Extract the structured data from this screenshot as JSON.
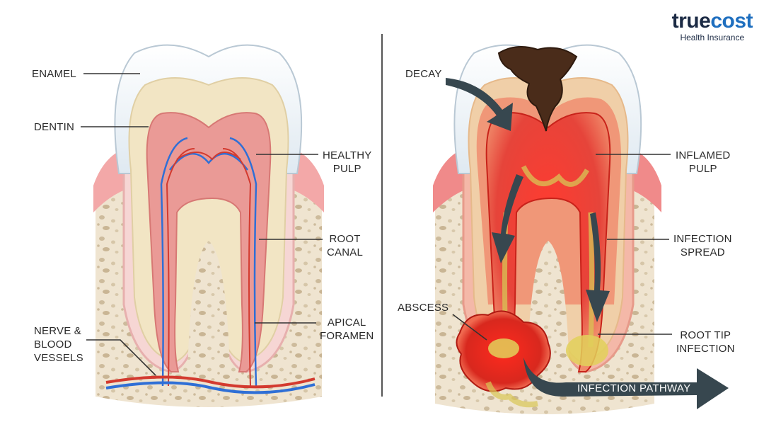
{
  "brand": {
    "name_part1": "true",
    "name_part2": "cost",
    "tagline": "Health Insurance"
  },
  "healthy_tooth": {
    "labels": {
      "enamel": "ENAMEL",
      "dentin": "DENTIN",
      "healthy_pulp": "HEALTHY\nPULP",
      "root_canal": "ROOT\nCANAL",
      "nerve_vessels": "NERVE &\nBLOOD\nVESSELS",
      "apical_foramen": "APICAL\nFORAMEN"
    }
  },
  "infected_tooth": {
    "labels": {
      "decay": "DECAY",
      "inflamed_pulp": "INFLAMED\nPULP",
      "infection_spread": "INFECTION\nSPREAD",
      "abscess": "ABSCESS",
      "root_tip_infection": "ROOT TIP\nINFECTION"
    },
    "pathway_label": "INFECTION PATHWAY"
  },
  "colors": {
    "enamel": "#e8f0f6",
    "dentin": "#f3e6c6",
    "pulp": "#e78b8b",
    "inflamed": "#e0302a",
    "gum": "#f3a8a8",
    "bone": "#efe3cf",
    "nerve": "#2f6fd6",
    "vessel": "#d33a2f",
    "arrow": "#37474f",
    "pus": "#d8c655"
  }
}
